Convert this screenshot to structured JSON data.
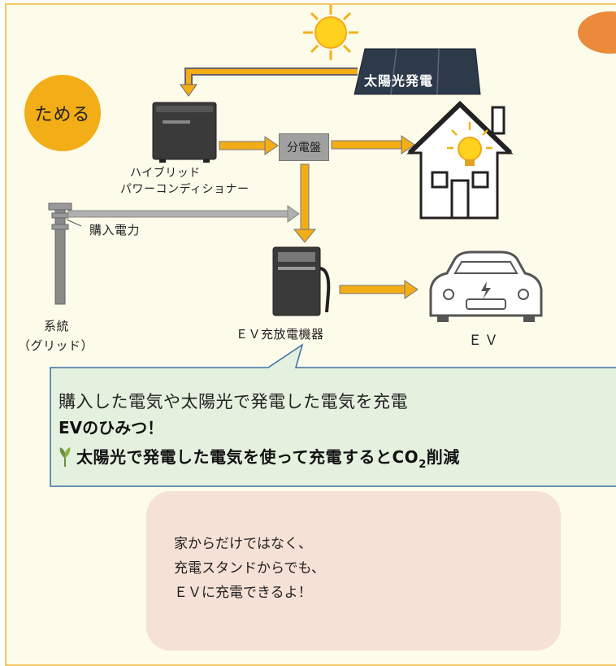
{
  "diagram": {
    "badge": "ためる",
    "solar_panel_label": "太陽光発電",
    "distribution_panel_label": "分電盤",
    "hybrid_pcs_label_line1": "ハイブリッド",
    "hybrid_pcs_label_line2": "パワーコンディショナー",
    "purchased_power_label": "購入電力",
    "grid_label_line1": "系統",
    "grid_label_line2": "（グリッド）",
    "ev_charger_label": "ＥＶ充放電機器",
    "ev_label": "ＥＶ"
  },
  "callout": {
    "text": "購入した電気や太陽光で発電した電気を充電",
    "title": "EVのひみつ！",
    "point_main": "太陽光で発電した電気を使って充電すると",
    "point_co": "CO",
    "point_sub": "2",
    "point_end": "削減"
  },
  "bubble": {
    "line1": "家からだけではなく、",
    "line2": "充電スタンドからでも、",
    "line3": "ＥＶに充電できるよ！"
  },
  "colors": {
    "accent_orange": "#f2ad17",
    "callout_bg": "#e4f1df",
    "callout_border": "#3a6fa6",
    "bubble_bg": "#f6e1d6",
    "charger_blue": "#2f6fc0",
    "charger_green": "#5fb84a"
  },
  "icons": [
    "sun-icon",
    "solar-panel-icon",
    "battery-unit-icon",
    "house-icon",
    "light-bulb-icon",
    "utility-pole-icon",
    "ev-charger-icon",
    "electric-car-icon",
    "charging-station-icon",
    "lightning-bolt-icon",
    "seedling-icon"
  ]
}
